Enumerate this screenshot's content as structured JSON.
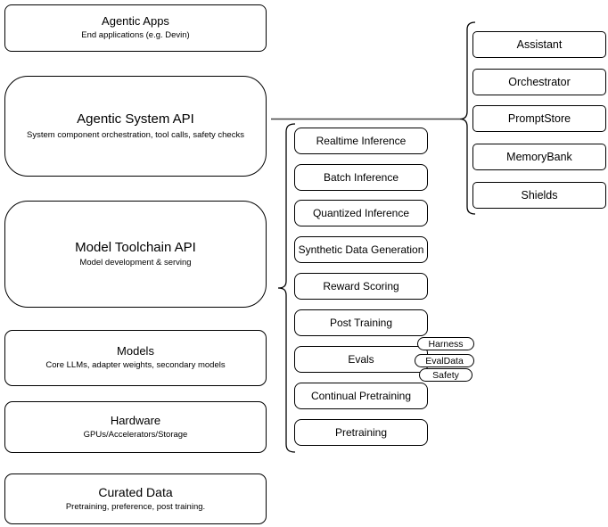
{
  "layers": [
    {
      "title": "Agentic Apps",
      "subtitle": "End applications (e.g. Devin)"
    },
    {
      "title": "Agentic System API",
      "subtitle": "System component orchestration, tool calls, safety checks"
    },
    {
      "title": "Model Toolchain API",
      "subtitle": "Model development & serving"
    },
    {
      "title": "Models",
      "subtitle": "Core LLMs, adapter weights, secondary models"
    },
    {
      "title": "Hardware",
      "subtitle": "GPUs/Accelerators/Storage"
    },
    {
      "title": "Curated Data",
      "subtitle": "Pretraining, preference, post training."
    }
  ],
  "toolchain_services": [
    "Realtime Inference",
    "Batch Inference",
    "Quantized Inference",
    "Synthetic Data Generation",
    "Reward Scoring",
    "Post Training",
    "Evals",
    "Continual Pretraining",
    "Pretraining"
  ],
  "system_components": [
    "Assistant",
    "Orchestrator",
    "PromptStore",
    "MemoryBank",
    "Shields"
  ],
  "eval_badges": [
    "Harness",
    "EvalData",
    "Safety"
  ],
  "colors": {
    "stroke": "#000000",
    "connector": "#444444",
    "background": "#ffffff"
  }
}
